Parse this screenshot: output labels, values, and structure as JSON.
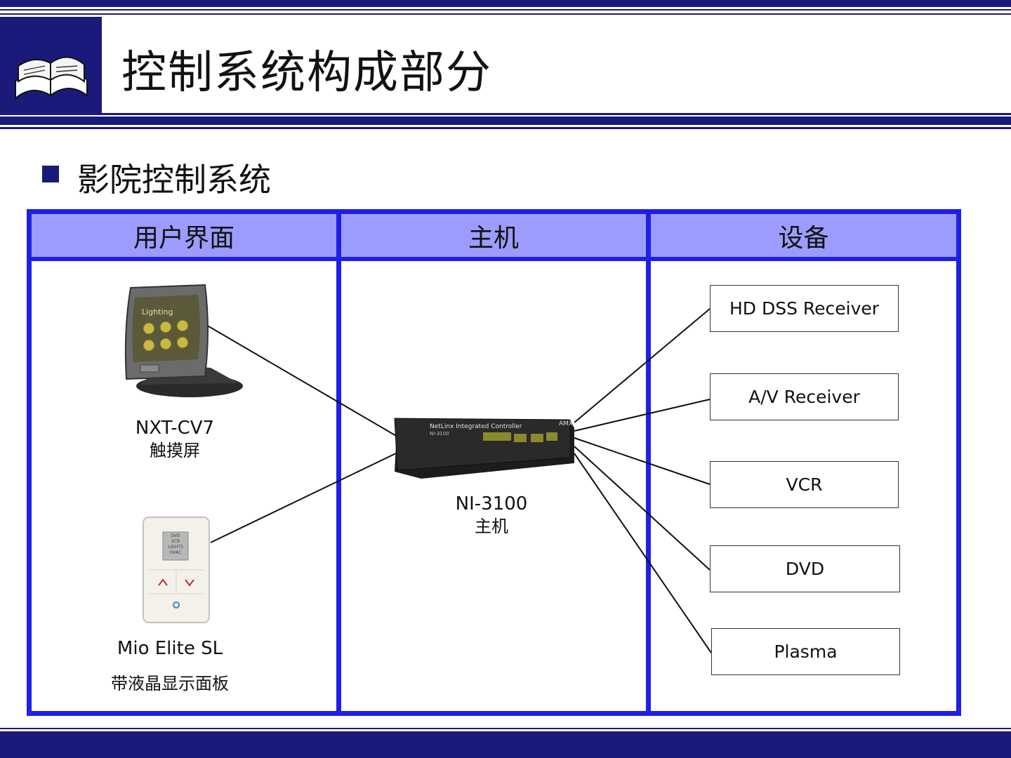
{
  "header": {
    "title": "控制系统构成部分"
  },
  "section": {
    "title": "影院控制系统"
  },
  "diagram": {
    "columns": {
      "ui": "用户界面",
      "host": "主机",
      "devices": "设备"
    },
    "touch_panel": {
      "model": "NXT-CV7",
      "desc": "触摸屏",
      "screen_text": "Lighting"
    },
    "keypad": {
      "model": "Mio Elite SL",
      "desc": "带液晶显示面板",
      "lcd_lines": [
        "DVD",
        "VCR",
        "LIGHTS",
        "HVAC"
      ]
    },
    "controller": {
      "model": "NI-3100",
      "desc": "主机",
      "panel_text": "NetLinx Integrated Controller",
      "panel_sub": "NI-3100",
      "brand": "AMX"
    },
    "devices": [
      "HD DSS Receiver",
      "A/V Receiver",
      "VCR",
      "DVD",
      "Plasma"
    ]
  },
  "colors": {
    "navy": "#1a1a7a",
    "frame_blue": "#1f1fe6",
    "header_fill": "#9c9cff"
  },
  "icons": [
    "open-book-icon"
  ]
}
